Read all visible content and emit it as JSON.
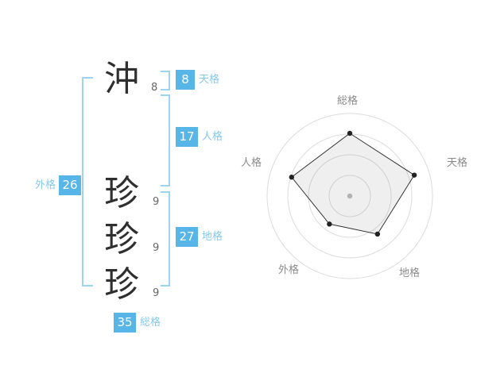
{
  "name": {
    "characters": [
      {
        "char": "沖",
        "strokes": "8"
      },
      {
        "char": "珍",
        "strokes": "9"
      },
      {
        "char": "珍",
        "strokes": "9"
      },
      {
        "char": "珍",
        "strokes": "9"
      }
    ]
  },
  "kaku": {
    "tenkaku": {
      "value": "8",
      "label": "天格"
    },
    "jinkaku": {
      "value": "17",
      "label": "人格"
    },
    "gaikaku": {
      "value": "26",
      "label": "外格"
    },
    "chikaku": {
      "value": "27",
      "label": "地格"
    },
    "soukaku": {
      "value": "35",
      "label": "総格"
    }
  },
  "colors": {
    "accent": "#57b5e8",
    "label": "#85c9ec",
    "bracket": "#9fd3f2",
    "text": "#2f2f2f",
    "strokes": "#666666",
    "ring": "#dcdcdc",
    "polygon_fill": "rgba(120,120,120,0.12)",
    "polygon_stroke": "#333333",
    "dot": "#222222",
    "center_dot": "#b3b3b3",
    "radar_label": "#8a8a8a"
  },
  "chart_data": {
    "type": "radar",
    "categories": [
      "総格",
      "天格",
      "地格",
      "外格",
      "人格"
    ],
    "values": [
      76,
      82,
      57,
      42,
      74
    ],
    "max": 100,
    "rings": 4,
    "legend": "none",
    "grid": "concentric-circles"
  }
}
